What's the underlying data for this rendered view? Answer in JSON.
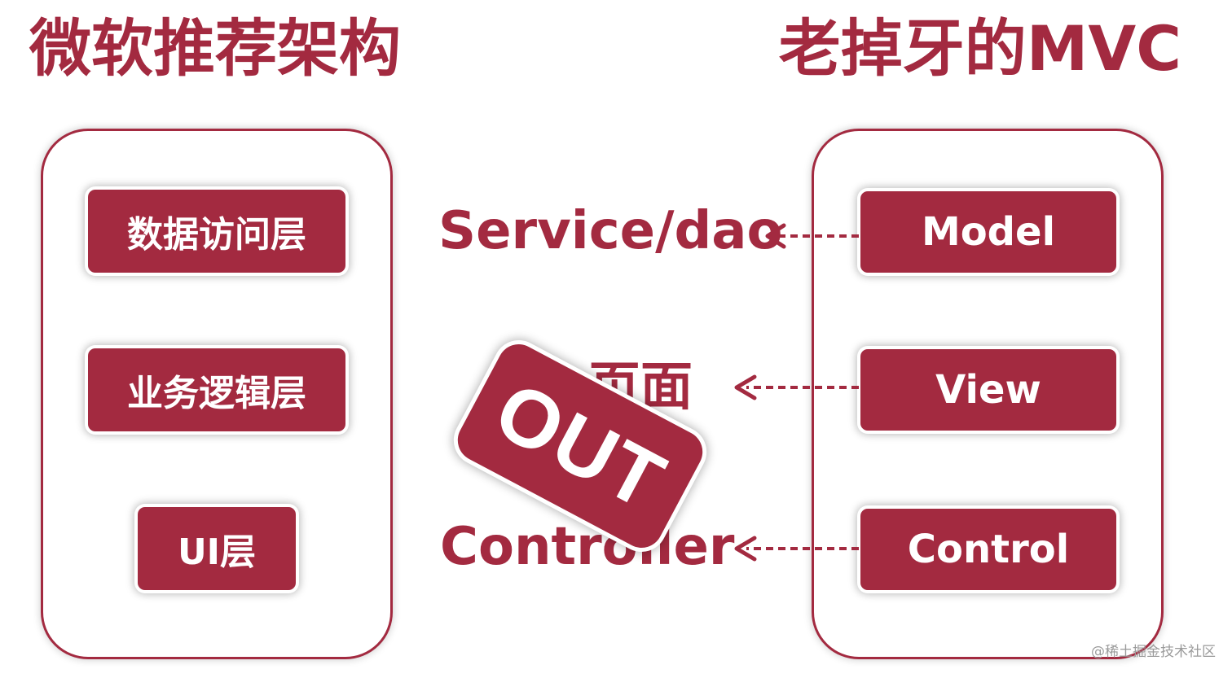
{
  "titles": {
    "left": "微软推荐架构",
    "right": "老掉牙的MVC"
  },
  "left_panel": {
    "layers": [
      "数据访问层",
      "业务逻辑层",
      "UI层"
    ]
  },
  "middle": {
    "labels": [
      "Service/dao",
      "页面",
      "Controller"
    ],
    "badge": "OUT"
  },
  "right_panel": {
    "items": [
      "Model",
      "View",
      "Control"
    ]
  },
  "watermark": "@稀土掘金技术社区",
  "colors": {
    "accent": "#a32a40",
    "background": "#ffffff"
  }
}
